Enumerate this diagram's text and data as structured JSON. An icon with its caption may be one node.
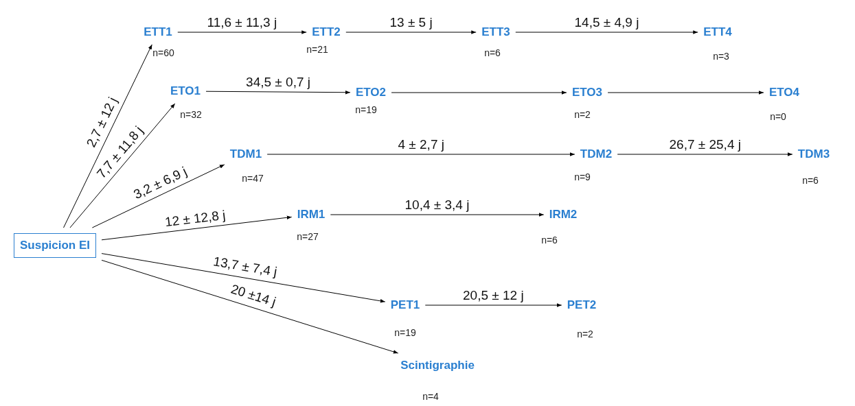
{
  "diagram": {
    "nodes": [
      {
        "text": [
          "Suspicion EI"
        ]
      },
      {
        "text": [
          "ETT1"
        ],
        "beside": [
          "n=60"
        ]
      },
      {
        "text": [
          "ETT2"
        ],
        "beside": [
          "n=21"
        ]
      },
      {
        "text": [
          "ETT3"
        ],
        "beside": [
          "n=6"
        ]
      },
      {
        "text": [
          "ETT4"
        ],
        "beside": [
          "n=3"
        ]
      },
      {
        "text": [
          "ETO1"
        ],
        "beside": [
          "n=32"
        ]
      },
      {
        "text": [
          "ETO2"
        ],
        "beside": [
          "n=19"
        ]
      },
      {
        "text": [
          "ETO3"
        ],
        "beside": [
          "n=2"
        ]
      },
      {
        "text": [
          "ETO4"
        ],
        "beside": [
          "n=0"
        ]
      },
      {
        "text": [
          "TDM1"
        ],
        "beside": [
          "n=47"
        ]
      },
      {
        "text": [
          "TDM2"
        ],
        "beside": [
          "n=9"
        ]
      },
      {
        "text": [
          "TDM3"
        ],
        "beside": [
          "n=6"
        ]
      },
      {
        "text": [
          "IRM1"
        ],
        "beside": [
          "n=27"
        ]
      },
      {
        "text": [
          "IRM2"
        ],
        "beside": [
          "n=6"
        ]
      },
      {
        "text": [
          "PET1"
        ],
        "beside": [
          "n=19"
        ]
      },
      {
        "text": [
          "PET2"
        ],
        "beside": [
          "n=2"
        ]
      },
      {
        "text": [
          "Scintigraphie"
        ],
        "beside": [
          "n=4"
        ]
      }
    ],
    "edges": [
      {
        "from": 0,
        "to": 1,
        "arrow": "to",
        "label": "2,7 ± 12 j"
      },
      {
        "from": 0,
        "to": 5,
        "arrow": "to",
        "label": "7,7 ± 11,8 j"
      },
      {
        "from": 0,
        "to": 9,
        "arrow": "to",
        "label": "3,2 ± 6,9 j"
      },
      {
        "from": 0,
        "to": 12,
        "arrow": "to",
        "label": "12 ± 12,8 j"
      },
      {
        "from": 0,
        "to": 14,
        "arrow": "to",
        "label": "13,7 ± 7,4 j"
      },
      {
        "from": 0,
        "to": 16,
        "arrow": "to",
        "label": "20 ±14 j"
      },
      {
        "from": 1,
        "to": 2,
        "arrow": "to",
        "label": "11,6 ± 11,3 j"
      },
      {
        "from": 2,
        "to": 3,
        "arrow": "to",
        "label": "13 ± 5 j"
      },
      {
        "from": 3,
        "to": 4,
        "arrow": "to",
        "label": "14,5 ± 4,9 j"
      },
      {
        "from": 5,
        "to": 6,
        "arrow": "to",
        "label": "34,5 ± 0,7 j"
      },
      {
        "from": 6,
        "to": 7,
        "arrow": "to"
      },
      {
        "from": 7,
        "to": 8,
        "arrow": "to"
      },
      {
        "from": 9,
        "to": 10,
        "arrow": "to",
        "label": "4 ± 2,7 j"
      },
      {
        "from": 10,
        "to": 11,
        "arrow": "to",
        "label": "26,7 ± 25,4 j"
      },
      {
        "from": 12,
        "to": 13,
        "arrow": "to",
        "label": "10,4 ± 3,4 j"
      },
      {
        "from": 14,
        "to": 15,
        "arrow": "to",
        "label": "20,5 ± 12 j"
      }
    ]
  }
}
